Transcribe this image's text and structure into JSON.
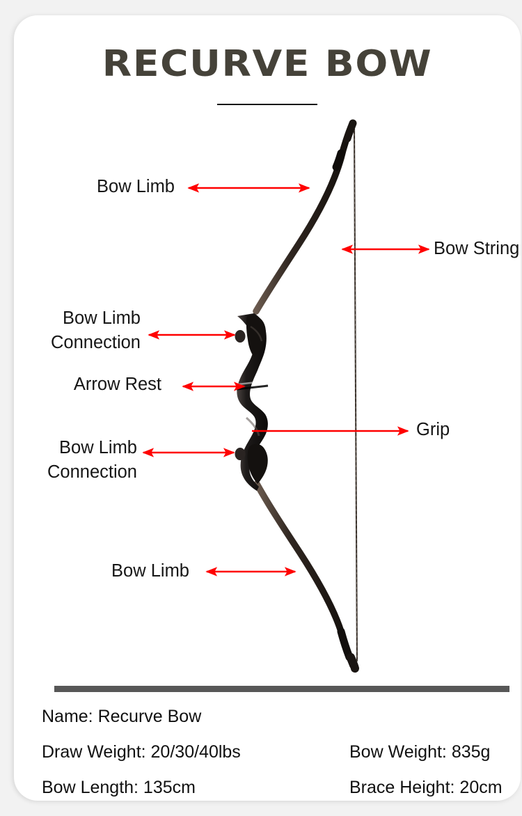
{
  "card": {
    "title": "RECURVE BOW",
    "background": "#ffffff",
    "page_background": "#f2f2f2"
  },
  "diagram": {
    "accent_color": "#ff0000",
    "bow_color": "#2b2520",
    "string_color": "#3a322c",
    "callouts": [
      {
        "id": "bow-limb-top",
        "label": "Bow Limb",
        "side": "left",
        "arrow": "double"
      },
      {
        "id": "bow-string",
        "label": "Bow String",
        "side": "right",
        "arrow": "double"
      },
      {
        "id": "bow-limb-connection-top",
        "label": "Bow Limb\nConnection",
        "side": "left",
        "arrow": "double"
      },
      {
        "id": "arrow-rest",
        "label": "Arrow Rest",
        "side": "left",
        "arrow": "double"
      },
      {
        "id": "grip",
        "label": "Grip",
        "side": "right",
        "arrow": "single"
      },
      {
        "id": "bow-limb-connection-bottom",
        "label": "Bow Limb\nConnection",
        "side": "left",
        "arrow": "double"
      },
      {
        "id": "bow-limb-bottom",
        "label": "Bow Limb",
        "side": "left",
        "arrow": "double"
      }
    ]
  },
  "specs": {
    "divider_color": "#575757",
    "left": [
      "Name: Recurve Bow",
      "Draw Weight: 20/30/40lbs",
      "Bow Length: 135cm"
    ],
    "right": [
      "",
      "Bow Weight: 835g",
      "Brace Height: 20cm"
    ]
  }
}
